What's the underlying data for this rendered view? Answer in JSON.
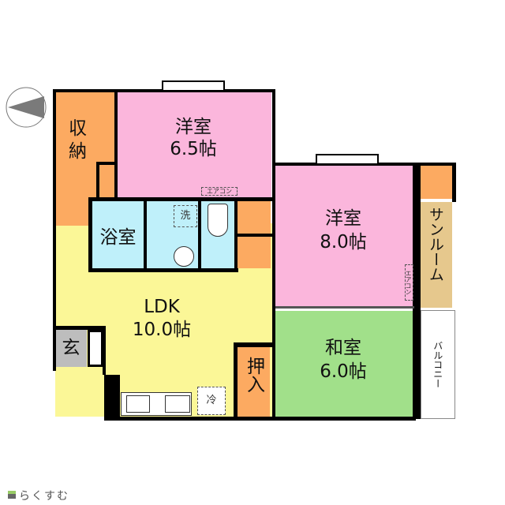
{
  "rooms": {
    "western_a": {
      "name": "洋室",
      "size": "6.5帖"
    },
    "western_b": {
      "name": "洋室",
      "size": "8.0帖"
    },
    "japanese": {
      "name": "和室",
      "size": "6.0帖"
    },
    "ldk": {
      "name": "LDK",
      "size": "10.0帖"
    },
    "storage": "収納",
    "bath": "浴室",
    "closet": "押入",
    "entrance": "玄",
    "sunroom": "サンルーム",
    "balcony": "バルコニー"
  },
  "fixtures": {
    "washer": "洗",
    "fridge": "冷",
    "aircon": "エアコン"
  },
  "logo": "らくすむ",
  "colors": {
    "pink": "#fbb6dc",
    "orange": "#fcaa61",
    "cyan": "#bff0fa",
    "yellow": "#fbf797",
    "green": "#a1e08a",
    "tan": "#e6c88d"
  }
}
